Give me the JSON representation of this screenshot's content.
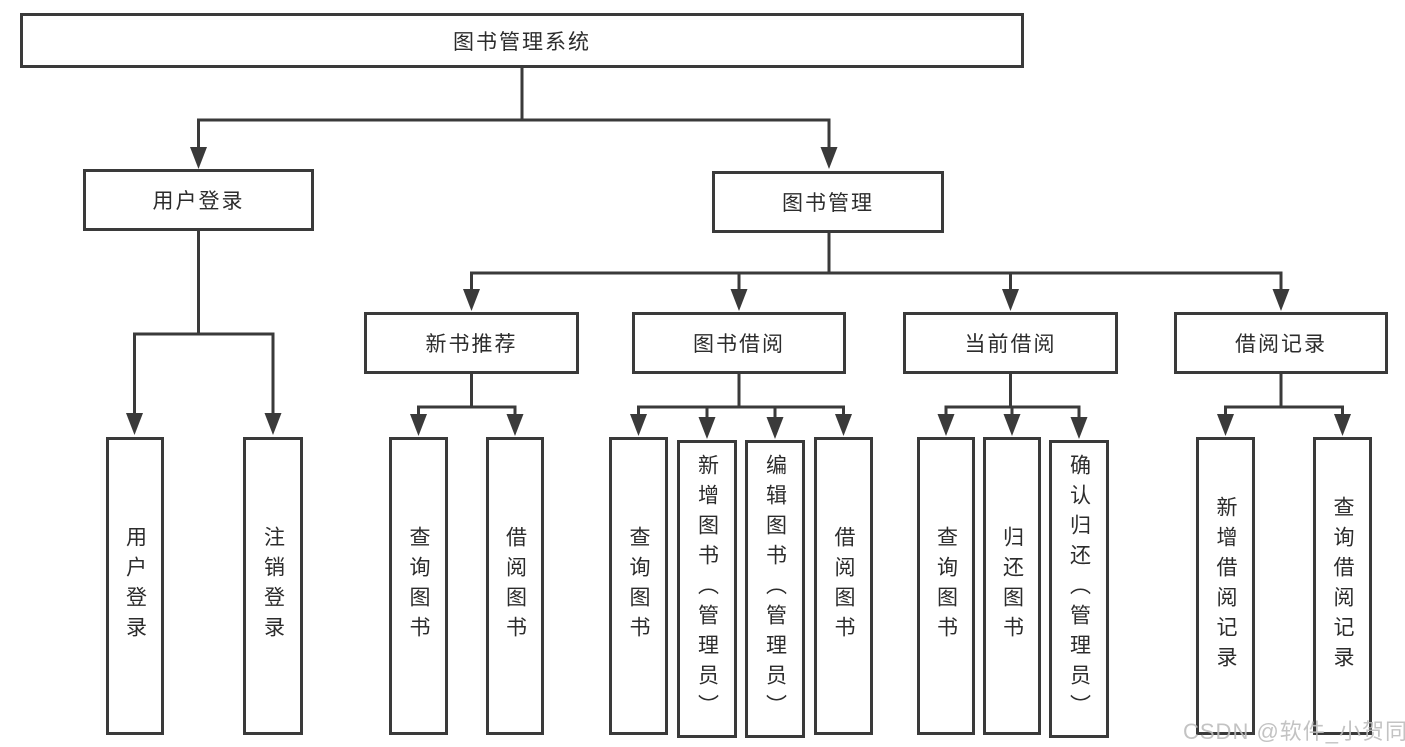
{
  "diagram": {
    "title": "图书管理系统",
    "branches": [
      {
        "label": "用户登录",
        "children": [
          "用户登录",
          "注销登录"
        ]
      },
      {
        "label": "图书管理",
        "groups": [
          {
            "label": "新书推荐",
            "children": [
              "查询图书",
              "借阅图书"
            ]
          },
          {
            "label": "图书借阅",
            "children": [
              "查询图书",
              "新增图书（管理员）",
              "编辑图书（管理员）",
              "借阅图书"
            ]
          },
          {
            "label": "当前借阅",
            "children": [
              "查询图书",
              "归还图书",
              "确认归还（管理员）"
            ]
          },
          {
            "label": "借阅记录",
            "children": [
              "新增借阅记录",
              "查询借阅记录"
            ]
          }
        ]
      }
    ]
  },
  "watermark": {
    "text": "CSDN @软件_小贺同学"
  },
  "colors": {
    "line": "#3a3a3a",
    "box_border": "#3a3a3a",
    "text": "#2c2c2c",
    "watermark": "#bdbdbd",
    "background": "#ffffff"
  }
}
